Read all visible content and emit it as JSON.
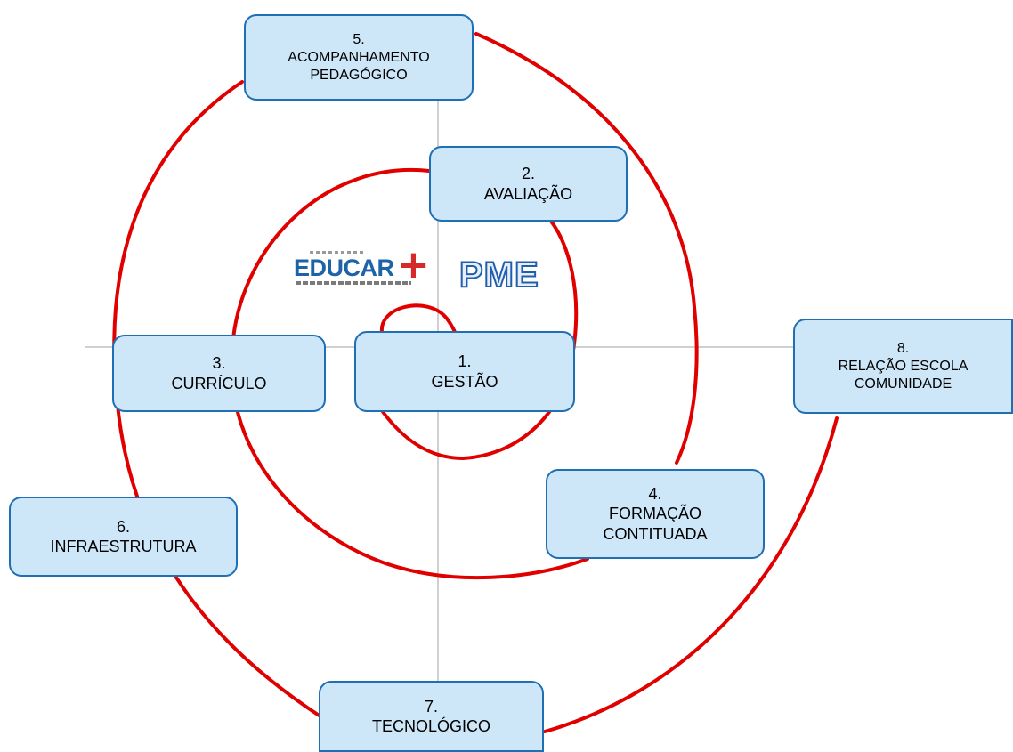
{
  "colors": {
    "spiral": "#e00000",
    "box_fill": "#cde6f8",
    "box_border": "#1f6fb5",
    "axes": "#d0d0d0"
  },
  "logos": {
    "educar": "EDUCAR",
    "pme": "PME"
  },
  "boxes": {
    "gestao": {
      "num": "1.",
      "label": "GESTÃO"
    },
    "avaliacao": {
      "num": "2.",
      "label": "AVALIAÇÃO"
    },
    "curriculo": {
      "num": "3.",
      "label": "CURRÍCULO"
    },
    "formacao": {
      "num": "4.",
      "line1": "FORMAÇÃO",
      "line2": "CONTITUADA"
    },
    "acompanhamento": {
      "num": "5.",
      "line1": "ACOMPANHAMENTO",
      "line2": "PEDAGÓGICO"
    },
    "infraestrutura": {
      "num": "6.",
      "label": "INFRAESTRUTURA"
    },
    "tecnologico": {
      "num": "7.",
      "label": "TECNOLÓGICO"
    },
    "relacao": {
      "num": "8.",
      "line1": "RELAÇÃO ESCOLA",
      "line2": "COMUNIDADE"
    }
  }
}
